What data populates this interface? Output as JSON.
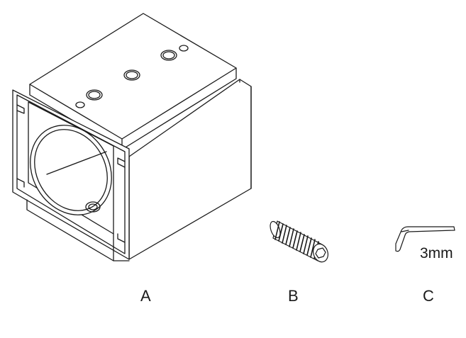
{
  "parts": [
    {
      "letter": "A",
      "icon": "adapter-block-icon"
    },
    {
      "letter": "B",
      "icon": "set-screw-icon"
    },
    {
      "letter": "C",
      "icon": "hex-key-icon",
      "size_label": "3mm"
    }
  ],
  "colors": {
    "line": "#1a1a1a",
    "background": "#ffffff"
  }
}
